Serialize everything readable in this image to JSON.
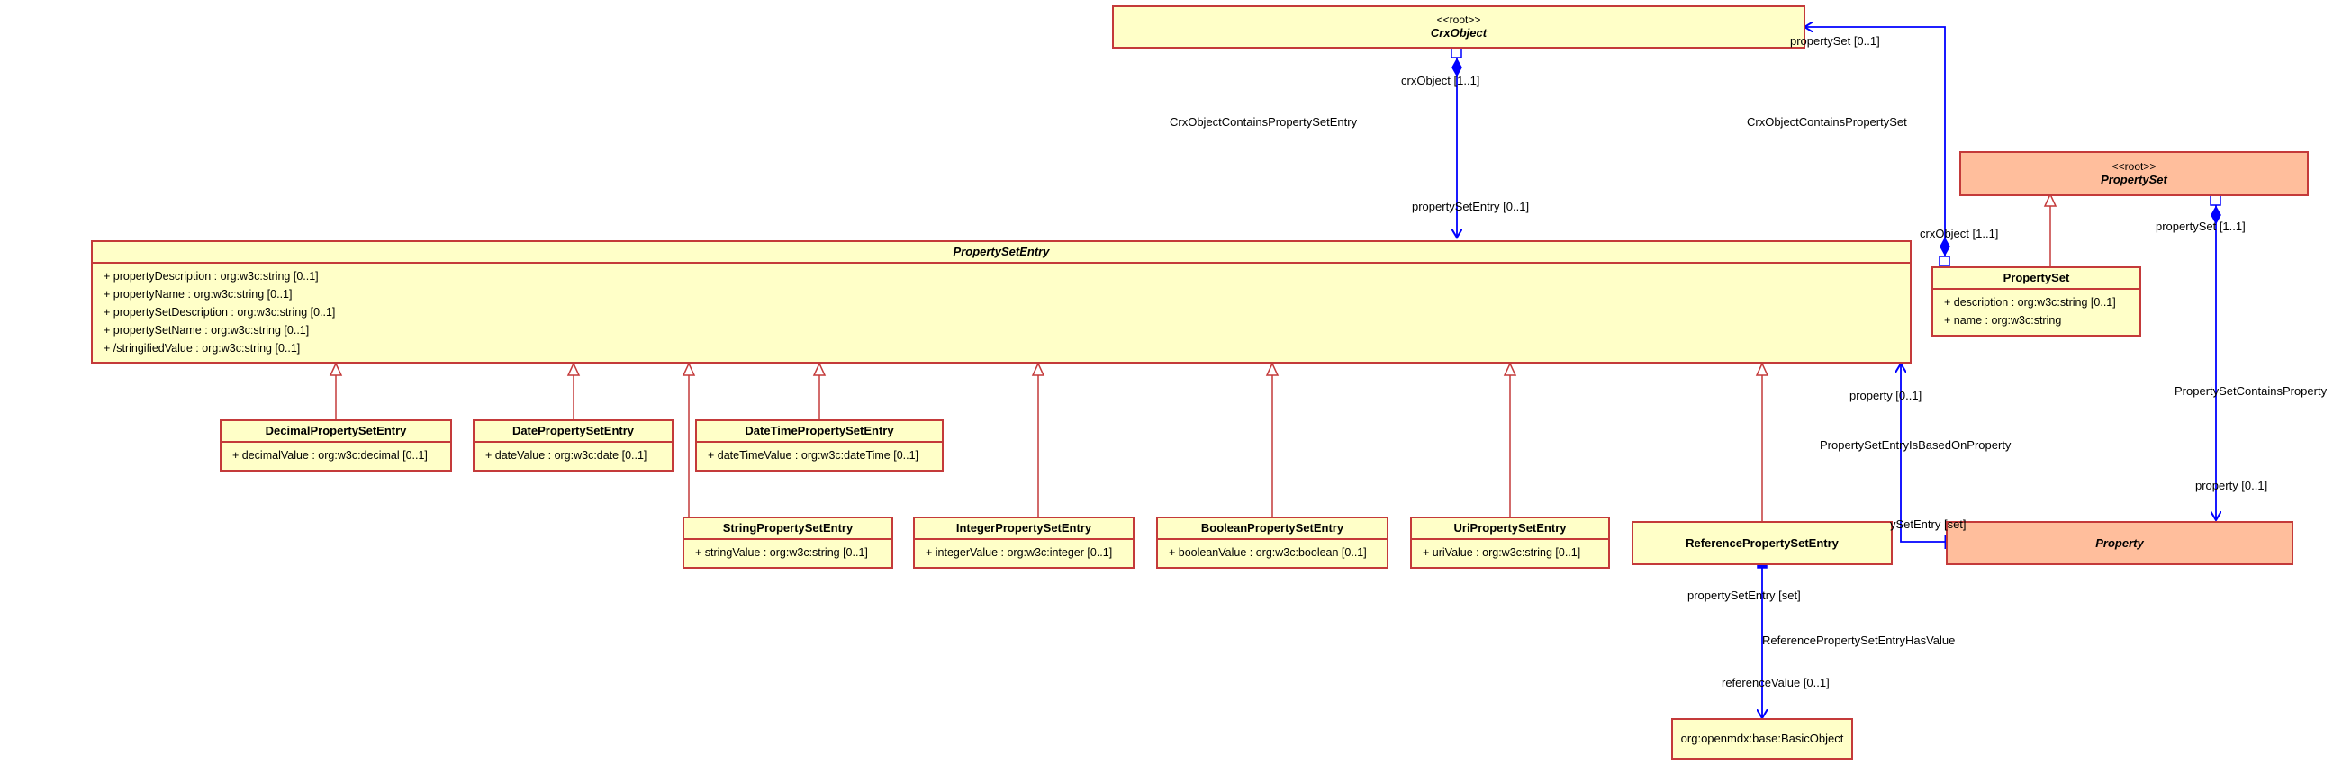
{
  "classes": {
    "crxobject": {
      "stereotype": "<<root>>",
      "name": "CrxObject"
    },
    "propertyset_root": {
      "stereotype": "<<root>>",
      "name": "PropertySet"
    },
    "propertysetentry": {
      "name": "PropertySetEntry",
      "attributes": [
        "+ propertyDescription : org:w3c:string [0..1]",
        "+ propertyName : org:w3c:string [0..1]",
        "+ propertySetDescription : org:w3c:string [0..1]",
        "+ propertySetName : org:w3c:string [0..1]",
        "+ /stringifiedValue : org:w3c:string [0..1]"
      ]
    },
    "propertyset": {
      "name": "PropertySet",
      "attributes": [
        "+ description : org:w3c:string [0..1]",
        "+ name : org:w3c:string"
      ]
    },
    "decimal": {
      "name": "DecimalPropertySetEntry",
      "attributes": [
        "+ decimalValue : org:w3c:decimal [0..1]"
      ]
    },
    "date": {
      "name": "DatePropertySetEntry",
      "attributes": [
        "+ dateValue : org:w3c:date [0..1]"
      ]
    },
    "datetime": {
      "name": "DateTimePropertySetEntry",
      "attributes": [
        "+ dateTimeValue : org:w3c:dateTime [0..1]"
      ]
    },
    "string": {
      "name": "StringPropertySetEntry",
      "attributes": [
        "+ stringValue : org:w3c:string [0..1]"
      ]
    },
    "integer": {
      "name": "IntegerPropertySetEntry",
      "attributes": [
        "+ integerValue : org:w3c:integer [0..1]"
      ]
    },
    "boolean": {
      "name": "BooleanPropertySetEntry",
      "attributes": [
        "+ booleanValue : org:w3c:boolean [0..1]"
      ]
    },
    "uri": {
      "name": "UriPropertySetEntry",
      "attributes": [
        "+ uriValue : org:w3c:string [0..1]"
      ]
    },
    "reference": {
      "name": "ReferencePropertySetEntry"
    },
    "property": {
      "name": "Property"
    },
    "basicobject": {
      "name": "org:openmdx:base:BasicObject"
    }
  },
  "labels": {
    "crxobject_1": "crxObject [1..1]",
    "assoc_contains_entry": "CrxObjectContainsPropertySetEntry",
    "propertysetentry_01": "propertySetEntry [0..1]",
    "propertyset_01": "propertySet [0..1]",
    "assoc_contains_set": "CrxObjectContainsPropertySet",
    "crxobject_2": "crxObject [1..1]",
    "propertyset_11": "propertySet [1..1]",
    "assoc_set_contains_property": "PropertySetContainsProperty",
    "property_01_a": "property [0..1]",
    "property_01_b": "property [0..1]",
    "assoc_based_on_property": "PropertySetEntryIsBasedOnProperty",
    "propertysetentry_set_cut": "ySetEntry [set]",
    "propertysetentry_set": "propertySetEntry [set]",
    "assoc_has_value": "ReferencePropertySetEntryHasValue",
    "referencevalue_01": "referenceValue [0..1]"
  },
  "colors": {
    "class_fill": "#ffffc8",
    "abstract_root_fill": "#ffbe9c",
    "class_border": "#c43a3a",
    "association_line": "#0000ff"
  }
}
